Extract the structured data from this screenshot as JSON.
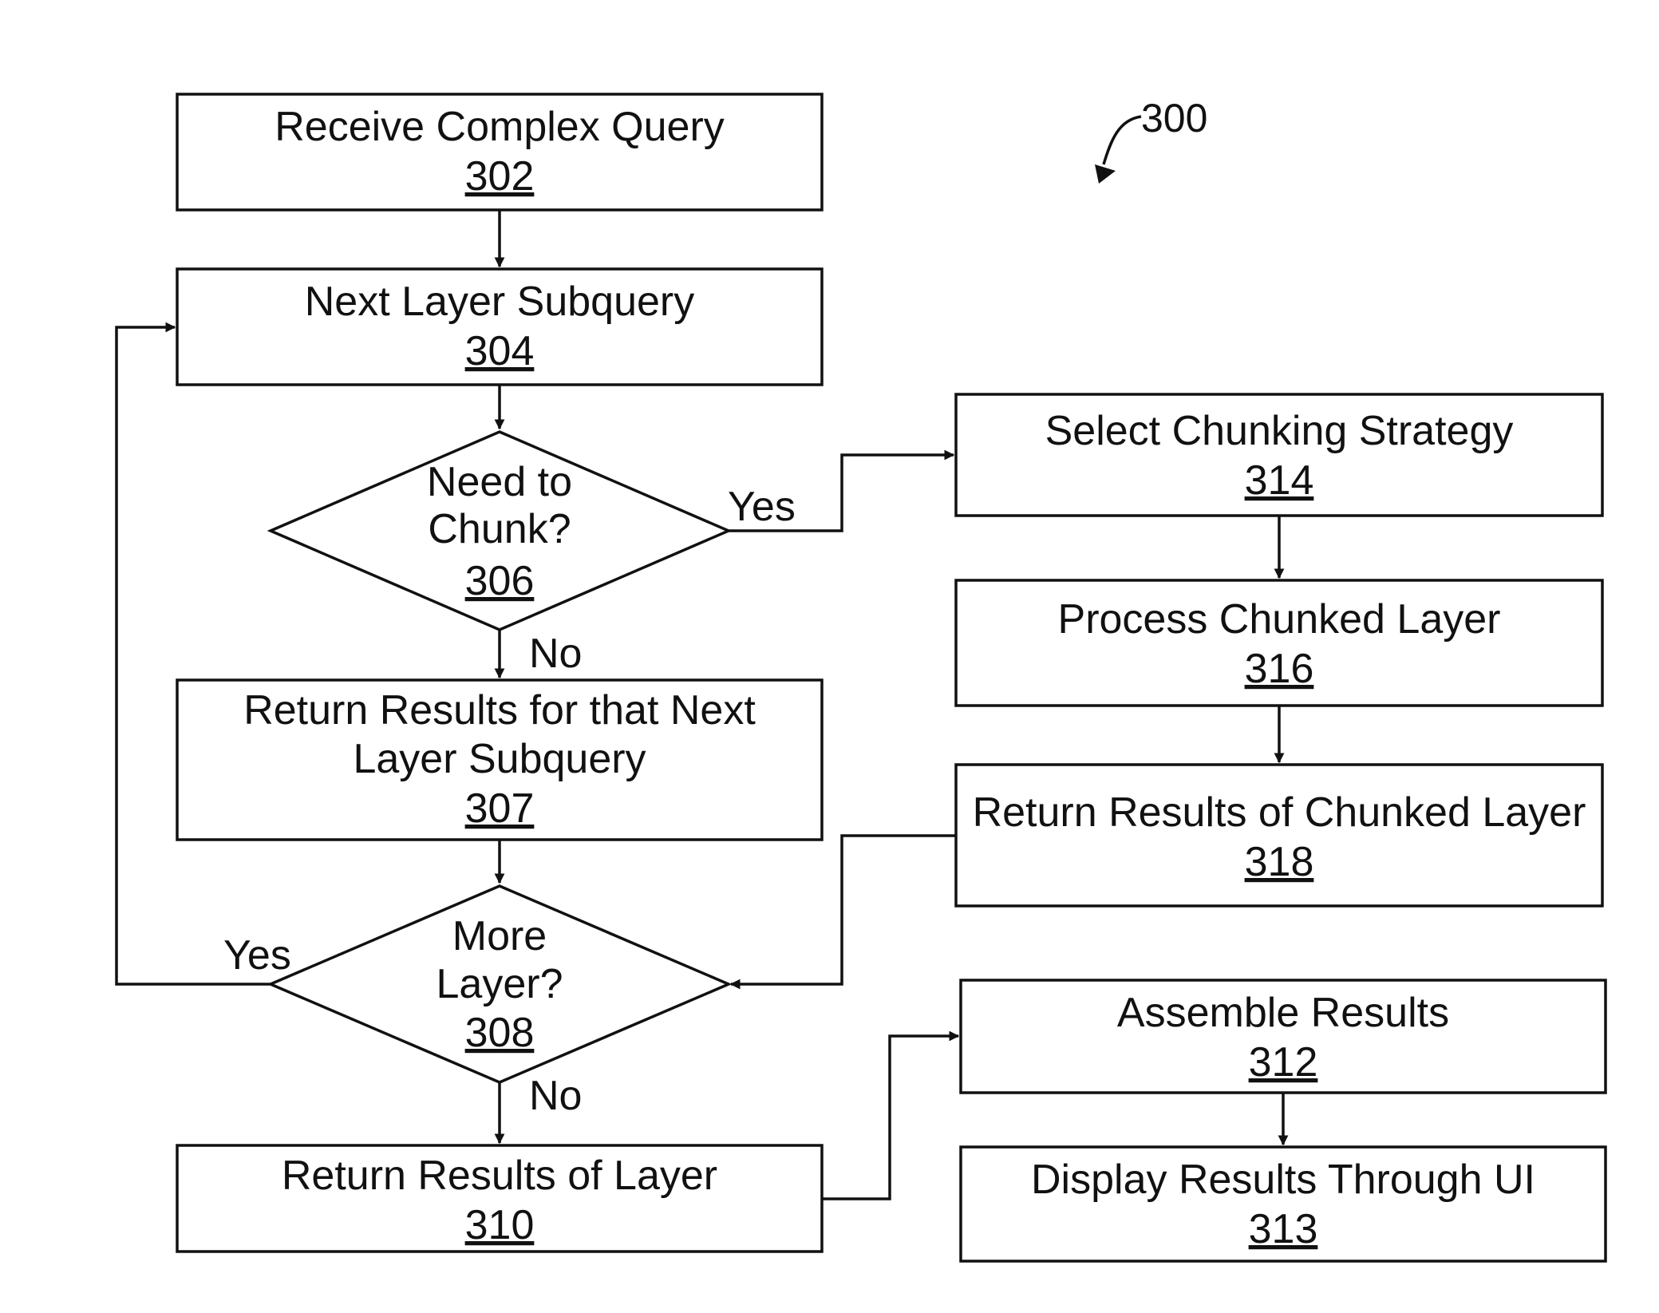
{
  "figure": {
    "ref_label": "300"
  },
  "nodes": [
    {
      "id": "302",
      "shape": "rect",
      "lines": [
        "Receive Complex Query"
      ],
      "ref": "302"
    },
    {
      "id": "304",
      "shape": "rect",
      "lines": [
        "Next Layer Subquery"
      ],
      "ref": "304"
    },
    {
      "id": "306",
      "shape": "diamond",
      "lines": [
        "Need to",
        "Chunk?"
      ],
      "ref": "306"
    },
    {
      "id": "307",
      "shape": "rect",
      "lines": [
        "Return Results for that Next",
        "Layer Subquery"
      ],
      "ref": "307"
    },
    {
      "id": "308",
      "shape": "diamond",
      "lines": [
        "More",
        "Layer?"
      ],
      "ref": "308"
    },
    {
      "id": "310",
      "shape": "rect",
      "lines": [
        "Return Results of Layer"
      ],
      "ref": "310"
    },
    {
      "id": "314",
      "shape": "rect",
      "lines": [
        "Select Chunking Strategy"
      ],
      "ref": "314"
    },
    {
      "id": "316",
      "shape": "rect",
      "lines": [
        "Process Chunked Layer"
      ],
      "ref": "316"
    },
    {
      "id": "318",
      "shape": "rect",
      "lines": [
        "Return Results of Chunked Layer"
      ],
      "ref": "318"
    },
    {
      "id": "312",
      "shape": "rect",
      "lines": [
        "Assemble Results"
      ],
      "ref": "312"
    },
    {
      "id": "313",
      "shape": "rect",
      "lines": [
        "Display Results Through UI"
      ],
      "ref": "313"
    }
  ],
  "edges": [
    {
      "from": "302",
      "to": "304",
      "label": ""
    },
    {
      "from": "304",
      "to": "306",
      "label": ""
    },
    {
      "from": "306",
      "to": "314",
      "label": "Yes"
    },
    {
      "from": "306",
      "to": "307",
      "label": "No"
    },
    {
      "from": "307",
      "to": "308",
      "label": ""
    },
    {
      "from": "308",
      "to": "304",
      "label": "Yes"
    },
    {
      "from": "308",
      "to": "310",
      "label": "No"
    },
    {
      "from": "314",
      "to": "316",
      "label": ""
    },
    {
      "from": "316",
      "to": "318",
      "label": ""
    },
    {
      "from": "318",
      "to": "308",
      "label": ""
    },
    {
      "from": "310",
      "to": "312",
      "label": ""
    },
    {
      "from": "312",
      "to": "313",
      "label": ""
    }
  ]
}
